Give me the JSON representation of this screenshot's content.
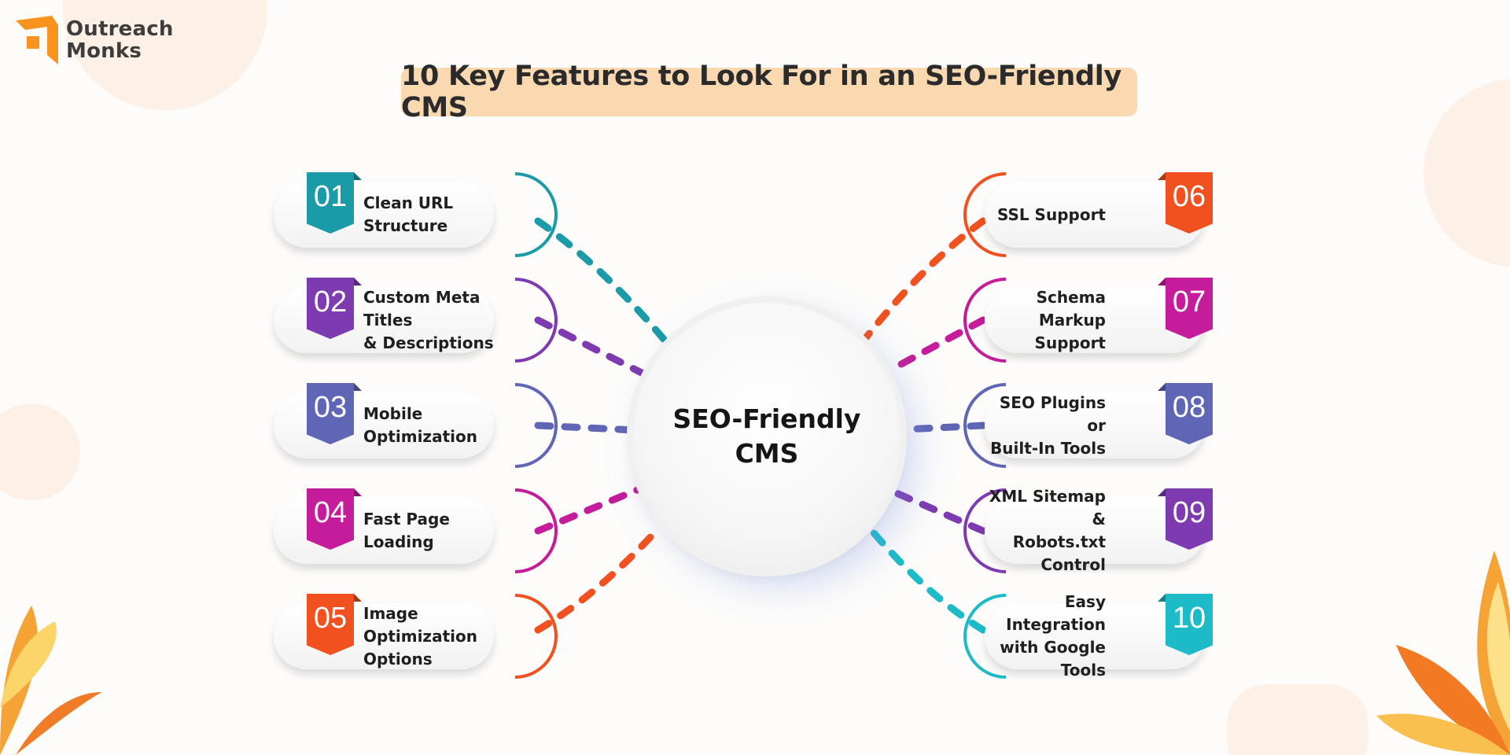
{
  "brand": {
    "line1": "Outreach",
    "line2": "Monks"
  },
  "title": "10 Key Features to Look For in an SEO-Friendly CMS",
  "hub": {
    "label": "SEO-Friendly\nCMS"
  },
  "colors": {
    "teal": "#1b9aa8",
    "purple": "#7e3ab1",
    "slate": "#5f66b6",
    "magenta": "#c41c9b",
    "orange": "#f0511f",
    "cyan": "#1dbbc8",
    "title_bg": "#fad8b0"
  },
  "features": [
    {
      "num": "01",
      "label": "Clean URL\nStructure",
      "color": "#1b9aa8",
      "side": "left"
    },
    {
      "num": "02",
      "label": "Custom Meta Titles\n& Descriptions",
      "color": "#7e3ab1",
      "side": "left"
    },
    {
      "num": "03",
      "label": "Mobile\nOptimization",
      "color": "#5f66b6",
      "side": "left"
    },
    {
      "num": "04",
      "label": "Fast Page\nLoading",
      "color": "#c41c9b",
      "side": "left"
    },
    {
      "num": "05",
      "label": "Image Optimization\nOptions",
      "color": "#f0511f",
      "side": "left"
    },
    {
      "num": "06",
      "label": "SSL Support",
      "color": "#f0511f",
      "side": "right"
    },
    {
      "num": "07",
      "label": "Schema Markup\nSupport",
      "color": "#c41c9b",
      "side": "right"
    },
    {
      "num": "08",
      "label": "SEO Plugins or\nBuilt-In Tools",
      "color": "#5f66b6",
      "side": "right"
    },
    {
      "num": "09",
      "label": "XML Sitemap &\nRobots.txt Control",
      "color": "#7e3ab1",
      "side": "right"
    },
    {
      "num": "10",
      "label": "Easy Integration\nwith Google Tools",
      "color": "#1dbbc8",
      "side": "right"
    }
  ]
}
